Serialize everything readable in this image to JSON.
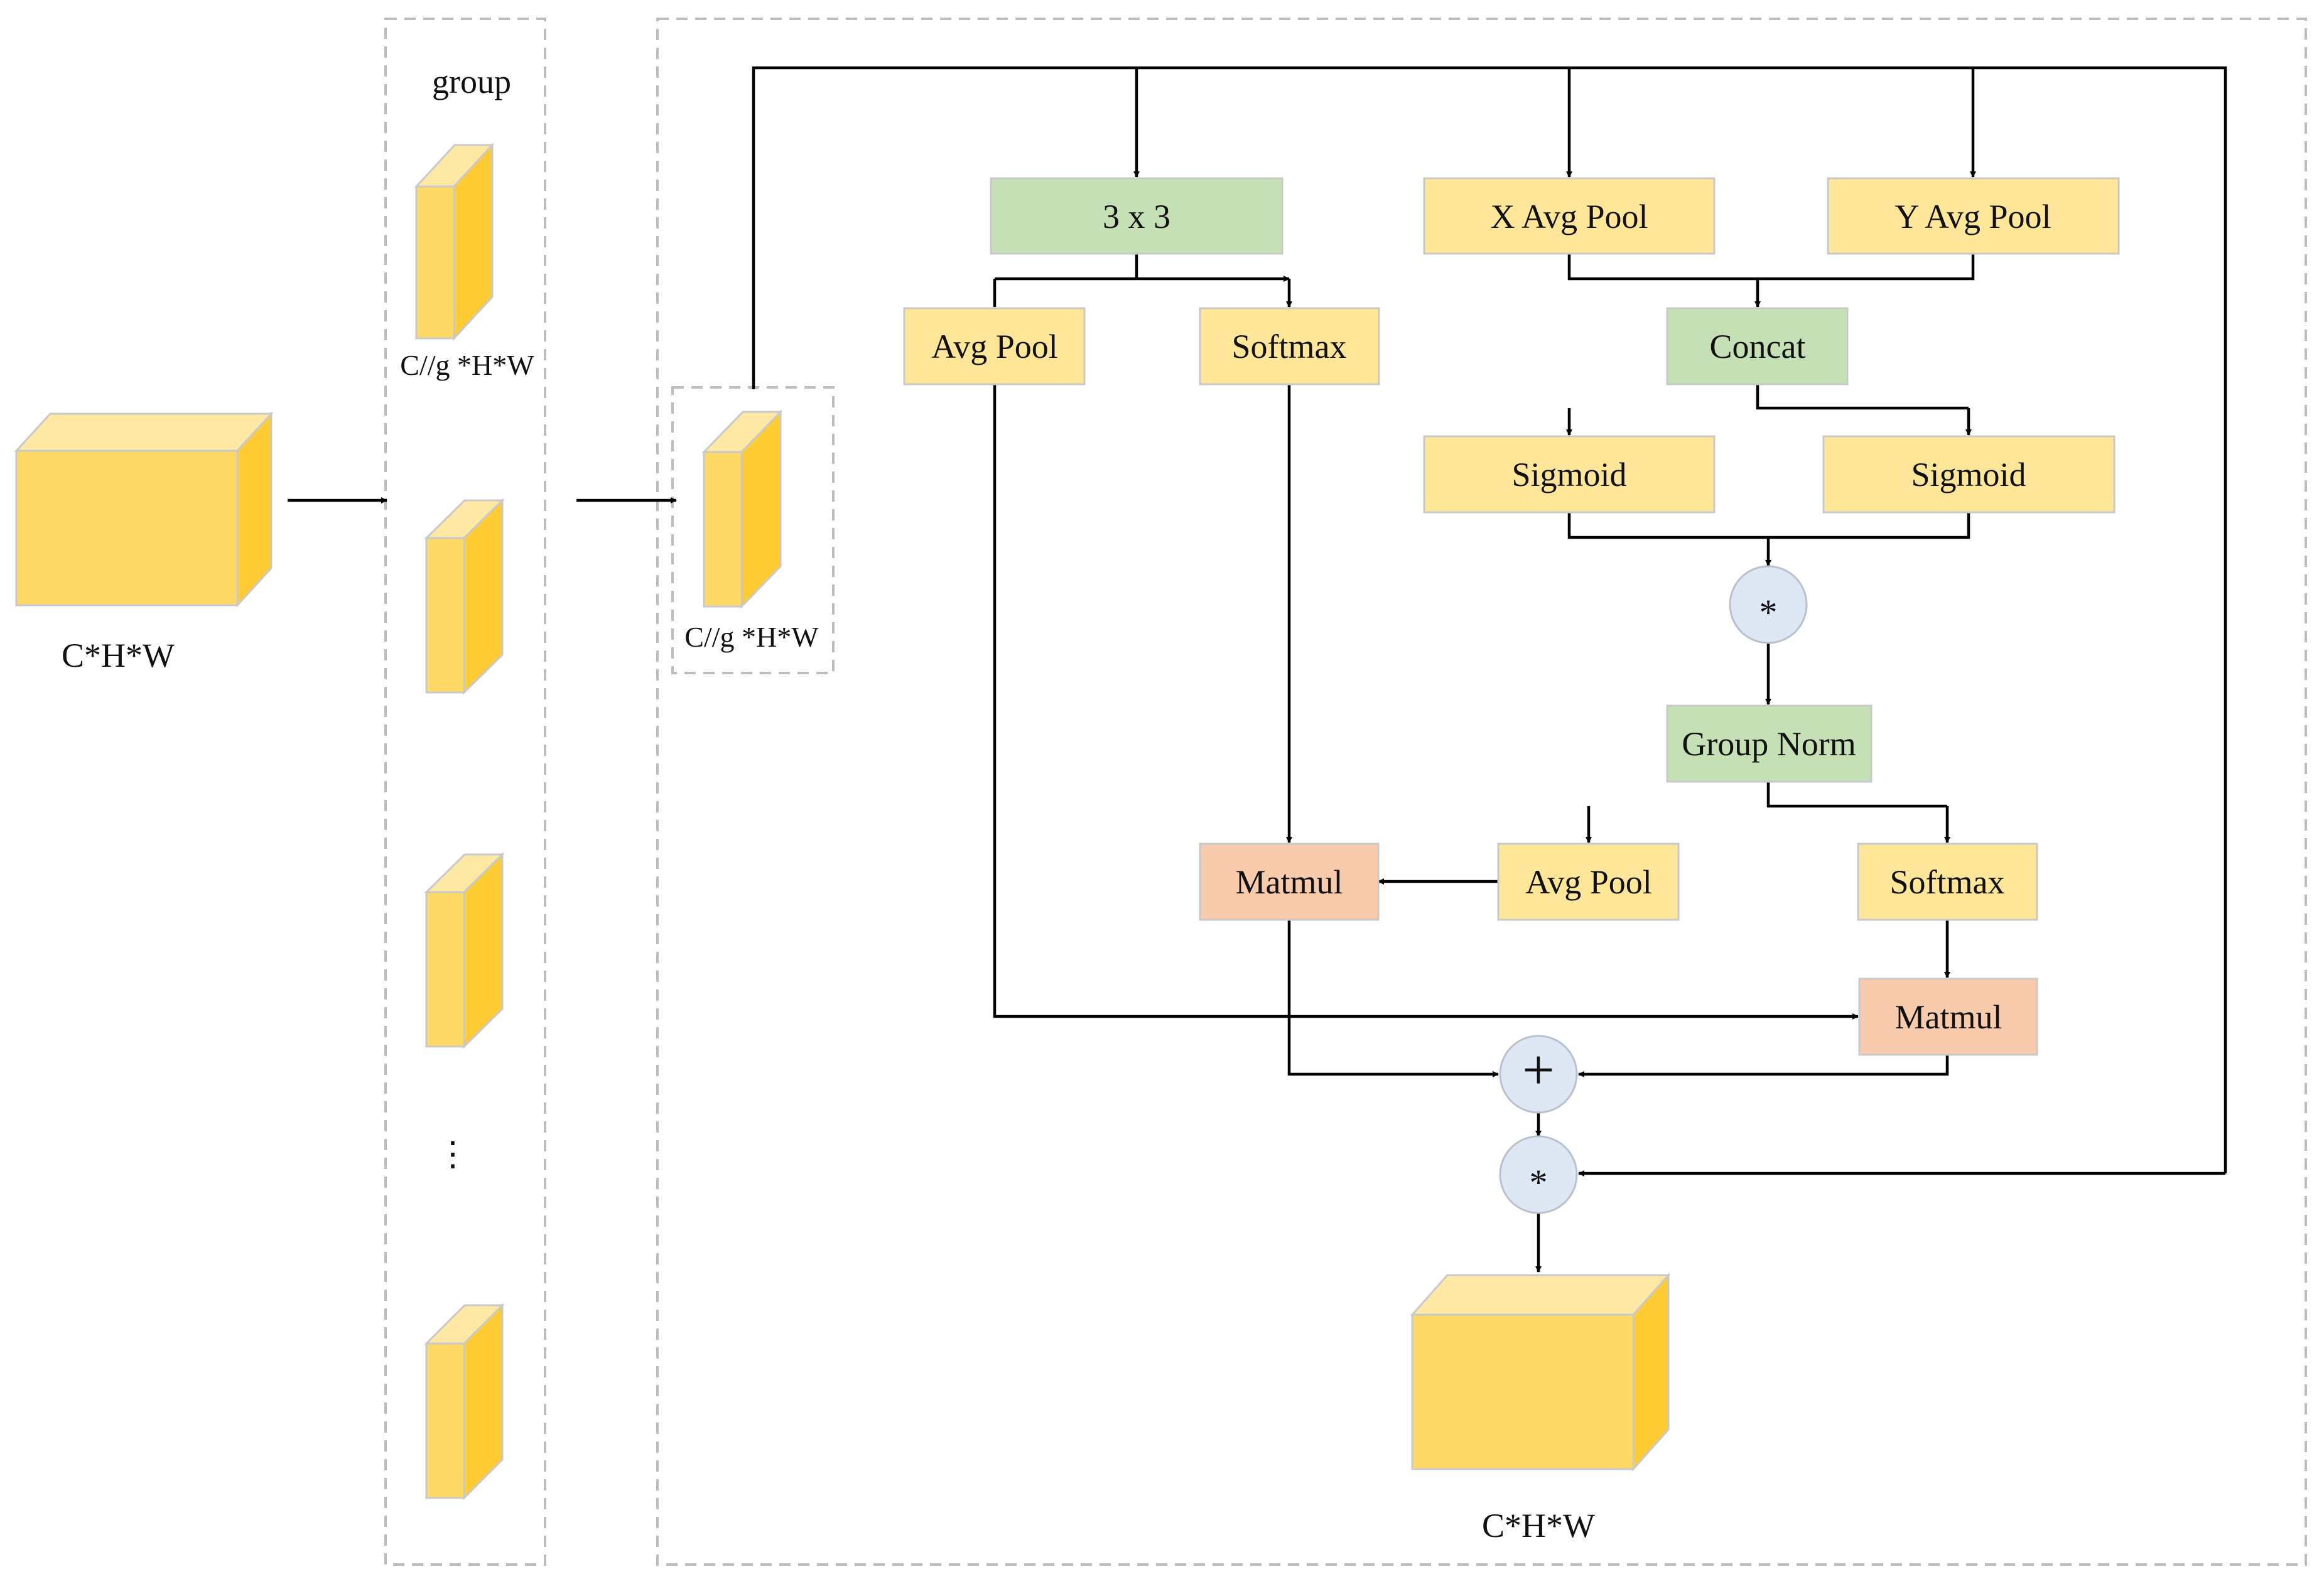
{
  "colors": {
    "op_yellow": "#ffe699",
    "op_green": "#c5e0b4",
    "op_orange": "#f8cbad",
    "node_blue": "#dde8f4"
  },
  "input": {
    "label": "C*H*W"
  },
  "group": {
    "title": "group",
    "item_label": "C//g *H*W",
    "ellipsis": "⋮"
  },
  "sub": {
    "label": "C//g *H*W"
  },
  "ops": {
    "conv": "3 x 3",
    "x_pool": "X Avg Pool",
    "y_pool": "Y Avg Pool",
    "avg_pool_1": "Avg Pool",
    "softmax_1": "Softmax",
    "concat": "Concat",
    "sigmoid_1": "Sigmoid",
    "sigmoid_2": "Sigmoid",
    "group_norm": "Group Norm",
    "avg_pool_2": "Avg Pool",
    "softmax_2": "Softmax",
    "matmul_1": "Matmul",
    "matmul_2": "Matmul"
  },
  "nodes": {
    "mul_1": "*",
    "add": "+",
    "mul_2": "*"
  },
  "output": {
    "label": "C*H*W"
  }
}
